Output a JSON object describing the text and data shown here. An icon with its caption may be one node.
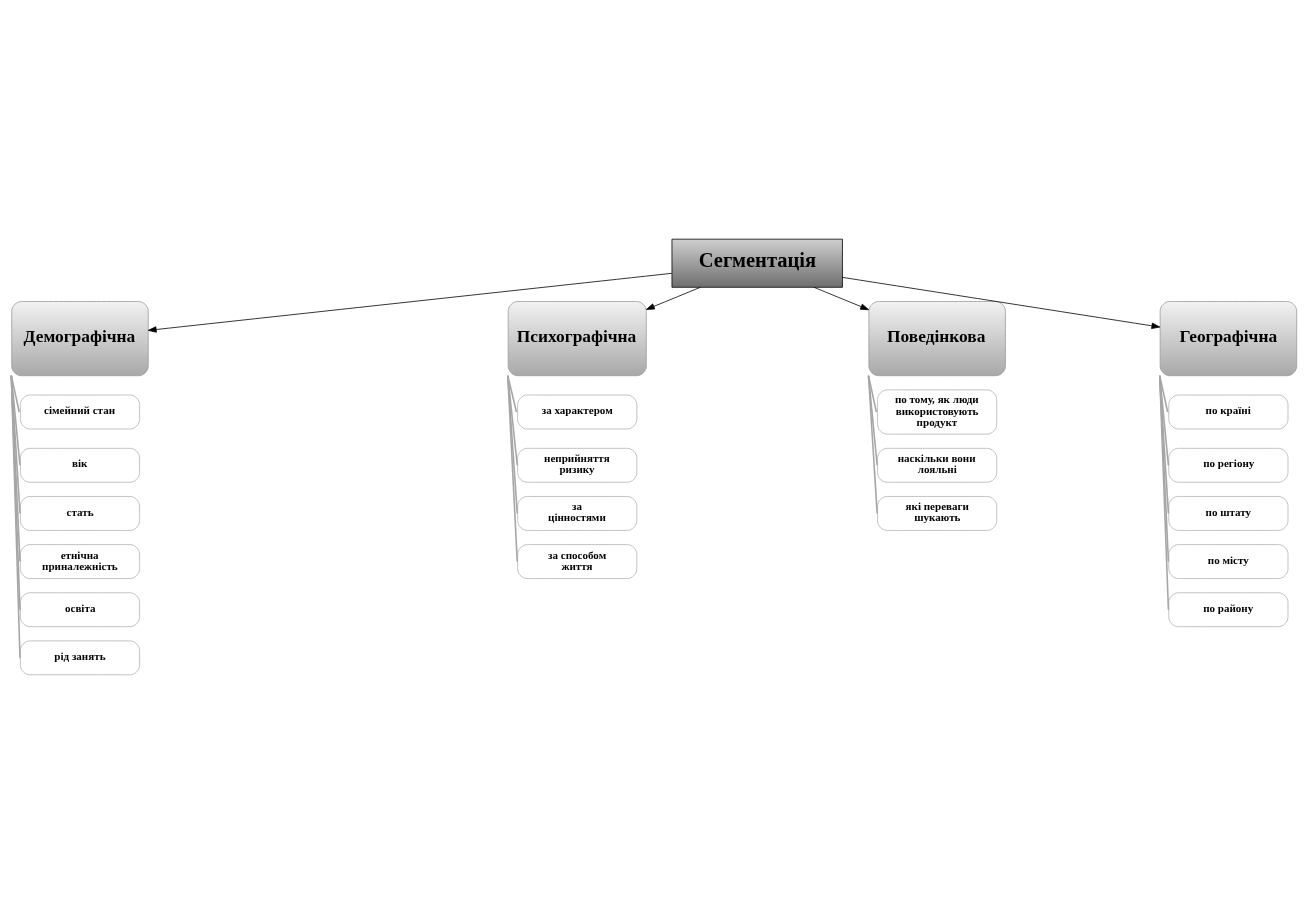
{
  "diagram": {
    "nodes": [
      {
        "text": [
          "Сегментація"
        ]
      },
      {
        "text": [
          "Демографічна"
        ]
      },
      {
        "text": [
          "Психографічна"
        ]
      },
      {
        "text": [
          "Поведінкова"
        ]
      },
      {
        "text": [
          "Географічна"
        ]
      },
      {
        "text": [
          "сімейний стан"
        ]
      },
      {
        "text": [
          "вік"
        ]
      },
      {
        "text": [
          "стать"
        ]
      },
      {
        "text": [
          "етнічна приналежність"
        ]
      },
      {
        "text": [
          "освіта"
        ]
      },
      {
        "text": [
          "рід занять"
        ]
      },
      {
        "text": [
          "за характером"
        ]
      },
      {
        "text": [
          "неприйняття ризику"
        ]
      },
      {
        "text": [
          "за **цінностями**"
        ]
      },
      {
        "text": [
          "за способом життя"
        ]
      },
      {
        "text": [
          "по тому, як люди використовують продукт"
        ]
      },
      {
        "text": [
          "наскільки вони лояльні"
        ]
      },
      {
        "text": [
          "які переваги шукають"
        ]
      },
      {
        "text": [
          "по країні"
        ]
      },
      {
        "text": [
          "по регіону"
        ]
      },
      {
        "text": [
          "по штату"
        ]
      },
      {
        "text": [
          "по місту"
        ]
      },
      {
        "text": [
          "по району"
        ]
      }
    ],
    "edges": [
      {
        "from": 0,
        "to": 1,
        "arrow": "to",
        "color": "#000000"
      },
      {
        "from": 0,
        "to": 2,
        "arrow": "to",
        "color": "#000000"
      },
      {
        "from": 0,
        "to": 3,
        "arrow": "to",
        "color": "#000000"
      },
      {
        "from": 0,
        "to": 4,
        "arrow": "to",
        "color": "#000000"
      },
      {
        "from": 1,
        "to": 5,
        "arrow": "none",
        "color": "#a6a6a6"
      },
      {
        "from": 1,
        "to": 6,
        "arrow": "none",
        "color": "#a6a6a6"
      },
      {
        "from": 1,
        "to": 7,
        "arrow": "none",
        "color": "#a6a6a6"
      },
      {
        "from": 1,
        "to": 8,
        "arrow": "none",
        "color": "#a6a6a6"
      },
      {
        "from": 1,
        "to": 9,
        "arrow": "none",
        "color": "#a6a6a6"
      },
      {
        "from": 1,
        "to": 10,
        "arrow": "none",
        "color": "#a6a6a6"
      },
      {
        "from": 2,
        "to": 11,
        "arrow": "none",
        "color": "#a6a6a6"
      },
      {
        "from": 2,
        "to": 12,
        "arrow": "none",
        "color": "#a6a6a6"
      },
      {
        "from": 2,
        "to": 13,
        "arrow": "none",
        "color": "#a6a6a6"
      },
      {
        "from": 2,
        "to": 14,
        "arrow": "none",
        "color": "#a6a6a6"
      },
      {
        "from": 3,
        "to": 15,
        "arrow": "none",
        "color": "#a6a6a6"
      },
      {
        "from": 3,
        "to": 16,
        "arrow": "none",
        "color": "#a6a6a6"
      },
      {
        "from": 3,
        "to": 17,
        "arrow": "none",
        "color": "#a6a6a6"
      },
      {
        "from": 4,
        "to": 18,
        "arrow": "none",
        "color": "#a6a6a6"
      },
      {
        "from": 4,
        "to": 19,
        "arrow": "none",
        "color": "#a6a6a6"
      },
      {
        "from": 4,
        "to": 20,
        "arrow": "none",
        "color": "#a6a6a6"
      },
      {
        "from": 4,
        "to": 21,
        "arrow": "none",
        "color": "#a6a6a6"
      },
      {
        "from": 4,
        "to": 22,
        "arrow": "none",
        "color": "#a6a6a6"
      }
    ]
  }
}
